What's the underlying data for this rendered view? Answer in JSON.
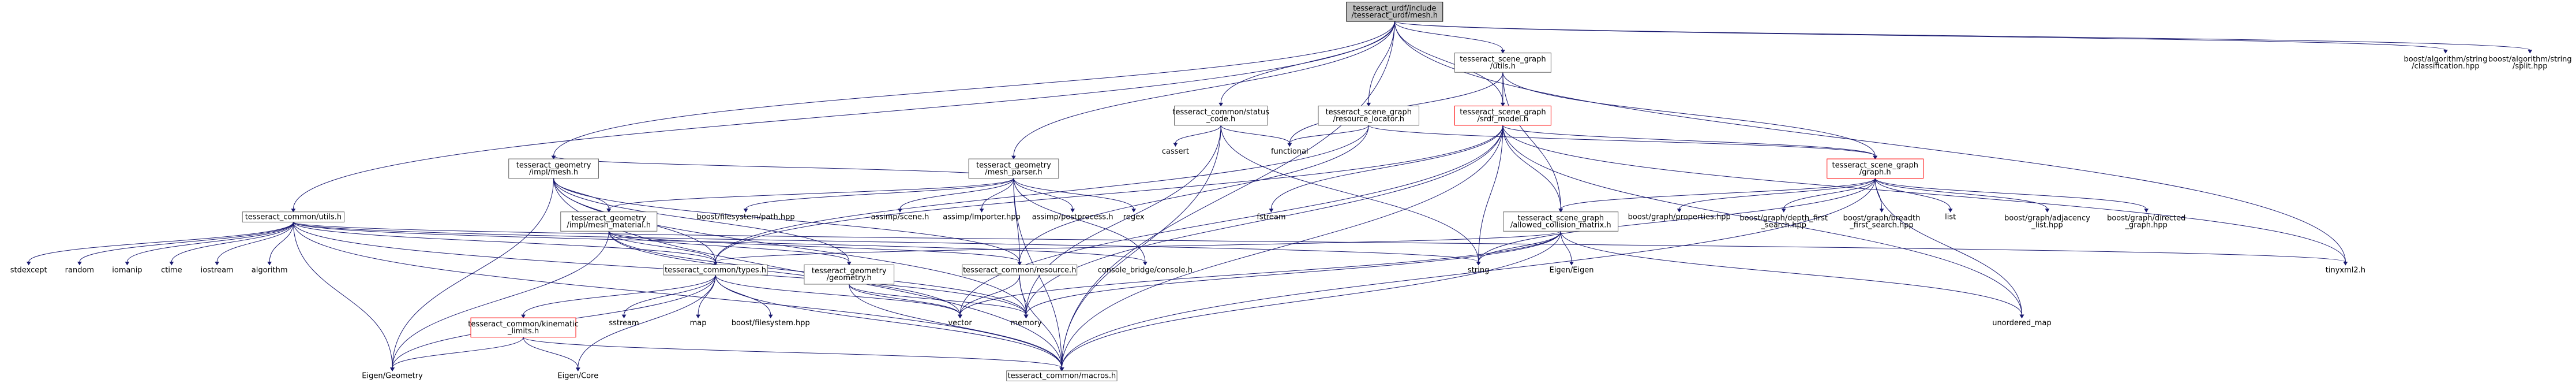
{
  "colors": {
    "edge": "#191970",
    "node_border": "#666666",
    "highlight_border": "#ff0000",
    "root_fill": "#bfbfbf"
  },
  "nodes": {
    "root": {
      "lines": [
        "tesseract_urdf/include",
        "/tesseract_urdf/mesh.h"
      ]
    },
    "sg_utils": {
      "lines": [
        "tesseract_scene_graph",
        "/utils.h"
      ]
    },
    "boost_classification": {
      "lines": [
        "boost/algorithm/string",
        "/classification.hpp"
      ]
    },
    "boost_split": {
      "lines": [
        "boost/algorithm/string",
        "/split.hpp"
      ]
    },
    "common_status_code": {
      "lines": [
        "tesseract_common/status",
        "_code.h"
      ]
    },
    "sg_resource_locator": {
      "lines": [
        "tesseract_scene_graph",
        "/resource_locator.h"
      ]
    },
    "sg_srdf_model": {
      "lines": [
        "tesseract_scene_graph",
        "/srdf_model.h"
      ]
    },
    "cassert": {
      "lines": [
        "cassert"
      ]
    },
    "functional": {
      "lines": [
        "functional"
      ]
    },
    "geom_mesh": {
      "lines": [
        "tesseract_geometry",
        "/impl/mesh.h"
      ]
    },
    "geom_mesh_parser": {
      "lines": [
        "tesseract_geometry",
        "/mesh_parser.h"
      ]
    },
    "sg_graph": {
      "lines": [
        "tesseract_scene_graph",
        "/graph.h"
      ]
    },
    "common_utils": {
      "lines": [
        "tesseract_common/utils.h"
      ]
    },
    "geom_mesh_material": {
      "lines": [
        "tesseract_geometry",
        "/impl/mesh_material.h"
      ]
    },
    "boost_fs_path": {
      "lines": [
        "boost/filesystem/path.hpp"
      ]
    },
    "assimp_scene": {
      "lines": [
        "assimp/scene.h"
      ]
    },
    "assimp_importer": {
      "lines": [
        "assimp/Importer.hpp"
      ]
    },
    "assimp_postprocess": {
      "lines": [
        "assimp/postprocess.h"
      ]
    },
    "regex": {
      "lines": [
        "regex"
      ]
    },
    "fstream": {
      "lines": [
        "fstream"
      ]
    },
    "sg_allowed_collision": {
      "lines": [
        "tesseract_scene_graph",
        "/allowed_collision_matrix.h"
      ]
    },
    "boost_graph_properties": {
      "lines": [
        "boost/graph/properties.hpp"
      ]
    },
    "boost_graph_dfs": {
      "lines": [
        "boost/graph/depth_first",
        "_search.hpp"
      ]
    },
    "boost_graph_bfs": {
      "lines": [
        "boost/graph/breadth",
        "_first_search.hpp"
      ]
    },
    "list": {
      "lines": [
        "list"
      ]
    },
    "boost_graph_adjacency": {
      "lines": [
        "boost/graph/adjacency",
        "_list.hpp"
      ]
    },
    "boost_graph_directed": {
      "lines": [
        "boost/graph/directed",
        "_graph.hpp"
      ]
    },
    "tinyxml2": {
      "lines": [
        "tinyxml2.h"
      ]
    },
    "stdexcept": {
      "lines": [
        "stdexcept"
      ]
    },
    "random": {
      "lines": [
        "random"
      ]
    },
    "iomanip": {
      "lines": [
        "iomanip"
      ]
    },
    "ctime": {
      "lines": [
        "ctime"
      ]
    },
    "iostream": {
      "lines": [
        "iostream"
      ]
    },
    "algorithm": {
      "lines": [
        "algorithm"
      ]
    },
    "common_types": {
      "lines": [
        "tesseract_common/types.h"
      ]
    },
    "geom_geometry": {
      "lines": [
        "tesseract_geometry",
        "/geometry.h"
      ]
    },
    "common_resource": {
      "lines": [
        "tesseract_common/resource.h"
      ]
    },
    "console_bridge": {
      "lines": [
        "console_bridge/console.h"
      ]
    },
    "string": {
      "lines": [
        "string"
      ]
    },
    "eigen_eigen": {
      "lines": [
        "Eigen/Eigen"
      ]
    },
    "common_kinematic_limits": {
      "lines": [
        "tesseract_common/kinematic",
        "_limits.h"
      ]
    },
    "sstream": {
      "lines": [
        "sstream"
      ]
    },
    "map": {
      "lines": [
        "map"
      ]
    },
    "boost_filesystem": {
      "lines": [
        "boost/filesystem.hpp"
      ]
    },
    "vector": {
      "lines": [
        "vector"
      ]
    },
    "memory": {
      "lines": [
        "memory"
      ]
    },
    "unordered_map": {
      "lines": [
        "unordered_map"
      ]
    },
    "eigen_geometry": {
      "lines": [
        "Eigen/Geometry"
      ]
    },
    "eigen_core": {
      "lines": [
        "Eigen/Core"
      ]
    },
    "common_macros": {
      "lines": [
        "tesseract_common/macros.h"
      ]
    }
  }
}
